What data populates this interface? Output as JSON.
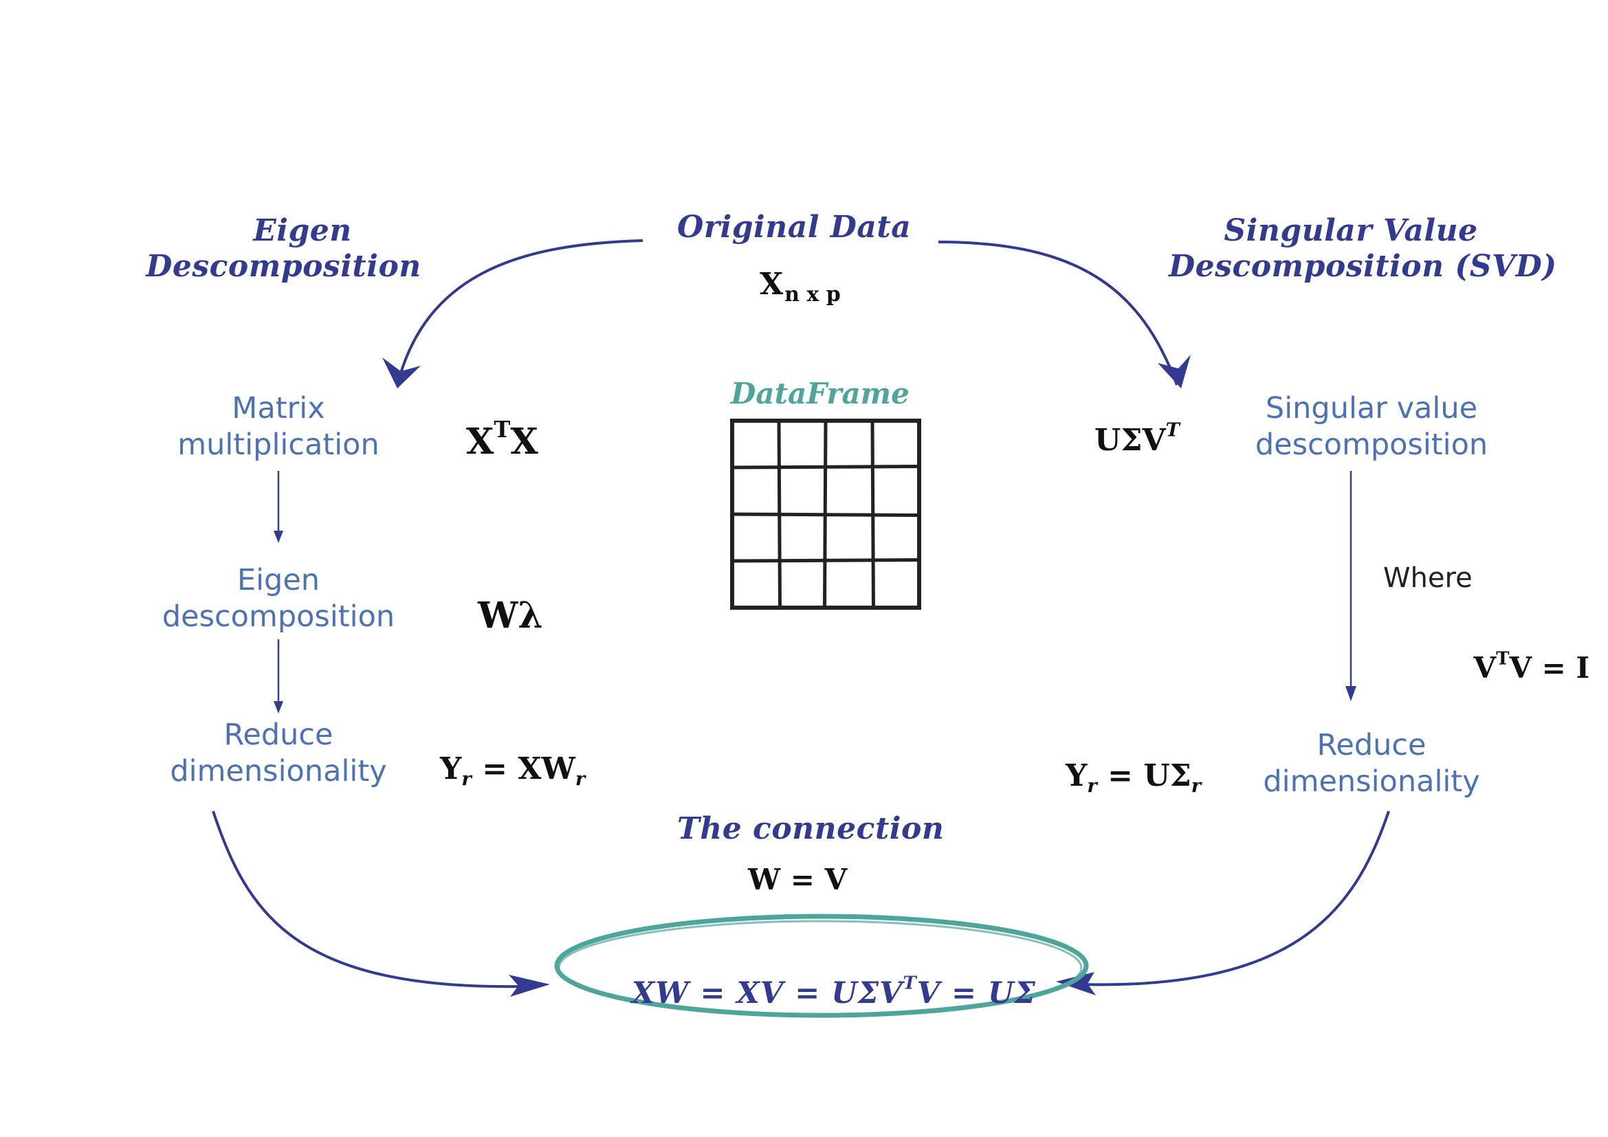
{
  "top": {
    "title": "Original Data",
    "matrix": "X",
    "matrix_sub": "n x p",
    "dataframe_label": "DataFrame",
    "grid_rows": 4,
    "grid_cols": 4
  },
  "left": {
    "heading_line1": "Eigen",
    "heading_line2": "Descomposition",
    "steps": [
      {
        "line1": "Matrix",
        "line2": "multiplication"
      },
      {
        "line1": "Eigen",
        "line2": "descomposition"
      },
      {
        "line1": "Reduce",
        "line2": "dimensionality"
      }
    ],
    "formulas": {
      "xtx": {
        "a": "X",
        "sup": "T",
        "b": "X"
      },
      "wlambda": "Wλ",
      "yr": {
        "y": "Y",
        "sub": "r",
        "eq": " = ",
        "x": "XW",
        "sub2": "r"
      }
    }
  },
  "right": {
    "heading_line1": "Singular Value",
    "heading_line2": "Descomposition (SVD)",
    "steps": [
      {
        "line1": "Singular value",
        "line2": "descomposition"
      },
      {
        "line1": "Reduce",
        "line2": "dimensionality"
      }
    ],
    "formulas": {
      "usvt": {
        "a": "UΣV",
        "sup": "T"
      },
      "where": "Where",
      "vtv": {
        "a": "V",
        "sup": "T",
        "b": "V = I"
      },
      "yr": {
        "y": "Y",
        "sub": "r",
        "eq": " = ",
        "x": "UΣ",
        "sub2": "r"
      }
    }
  },
  "bottom": {
    "connection_title": "The connection",
    "connection_formula": "W = V",
    "final": {
      "a": "XW = XV = UΣV",
      "sup": "T",
      "b": "V = UΣ"
    }
  },
  "colors": {
    "navy": "#323b8f",
    "blue": "#4c72b4",
    "teal": "#4ea59b",
    "ink": "#111111"
  }
}
